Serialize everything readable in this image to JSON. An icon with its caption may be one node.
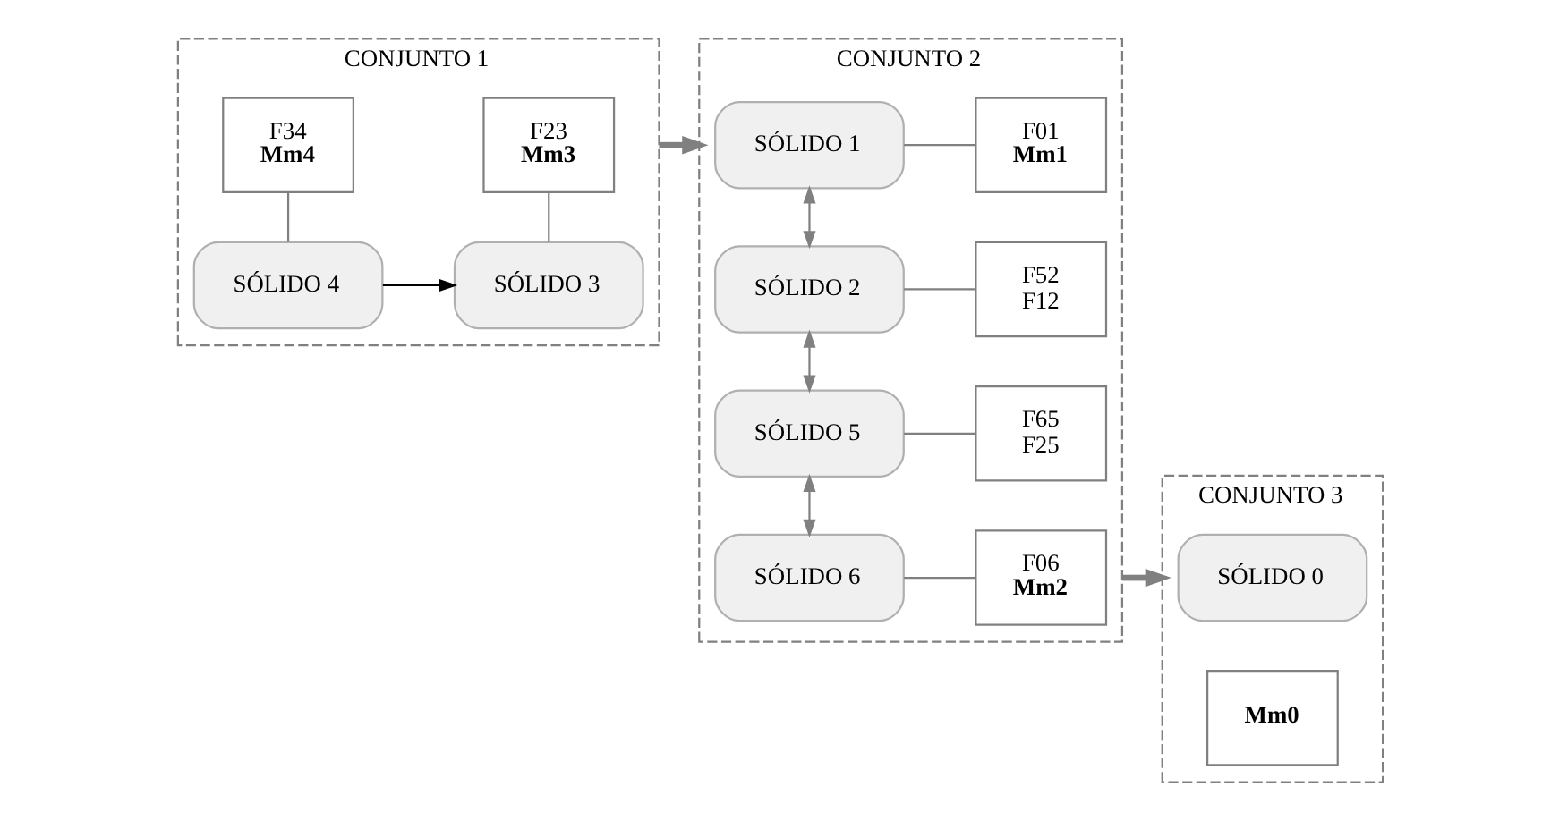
{
  "diagram": {
    "nodes": [
      {
        "text": [
          "CONJUNTO 1"
        ]
      },
      {
        "text": [
          "SÓLIDO 4"
        ],
        "in": 0
      },
      {
        "text": [
          "SÓLIDO 3"
        ],
        "in": 0
      },
      {
        "text": [
          "F34",
          "**Mm4**"
        ],
        "in": 0
      },
      {
        "text": [
          "F23",
          "**Mm3**"
        ],
        "in": 0
      },
      {
        "text": [
          "CONJUNTO 2"
        ]
      },
      {
        "text": [
          "SÓLIDO 1"
        ],
        "in": 5
      },
      {
        "text": [
          "F01",
          "**Mm1**"
        ],
        "in": 5
      },
      {
        "text": [
          "SÓLIDO 2"
        ],
        "in": 5
      },
      {
        "text": [
          "F52",
          "F12"
        ],
        "in": 5
      },
      {
        "text": [
          "SÓLIDO 5"
        ],
        "in": 5
      },
      {
        "text": [
          "F65",
          "F25"
        ],
        "in": 5
      },
      {
        "text": [
          "SÓLIDO 6"
        ],
        "in": 5
      },
      {
        "text": [
          "F06",
          "**Mm2**"
        ],
        "in": 5
      },
      {
        "text": [
          "CONJUNTO 3"
        ]
      },
      {
        "text": [
          "SÓLIDO 0"
        ],
        "in": 14
      },
      {
        "text": [
          "**Mm0**"
        ],
        "in": 14
      }
    ],
    "edges": [
      {
        "from": 1,
        "to": 2,
        "arrow": "to",
        "color": "#000000"
      },
      {
        "from": 1,
        "to": 3,
        "arrow": "none"
      },
      {
        "from": 2,
        "to": 4,
        "arrow": "none"
      },
      {
        "from": 0,
        "to": 5,
        "arrow": "to",
        "style": "thick"
      },
      {
        "from": 6,
        "to": 7,
        "arrow": "none"
      },
      {
        "from": 6,
        "to": 8,
        "arrow": "both"
      },
      {
        "from": 8,
        "to": 9,
        "arrow": "none"
      },
      {
        "from": 8,
        "to": 10,
        "arrow": "both"
      },
      {
        "from": 10,
        "to": 11,
        "arrow": "none"
      },
      {
        "from": 10,
        "to": 12,
        "arrow": "both"
      },
      {
        "from": 12,
        "to": 13,
        "arrow": "none"
      },
      {
        "from": 5,
        "to": 14,
        "arrow": "to",
        "style": "thick"
      }
    ]
  }
}
